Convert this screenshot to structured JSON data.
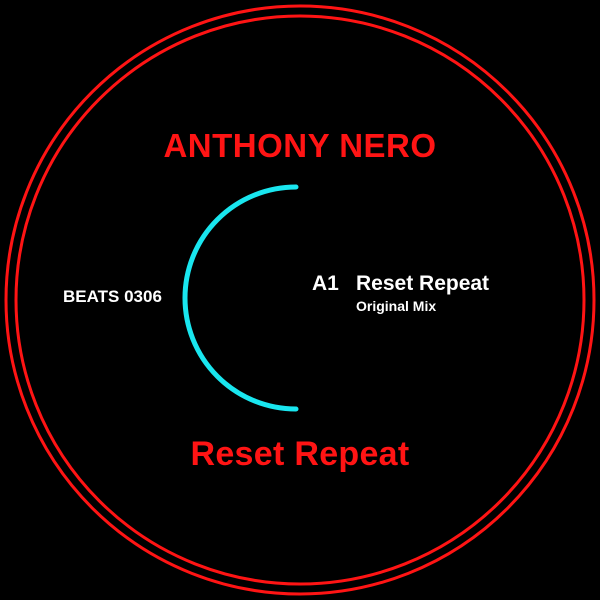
{
  "label": {
    "artist": "ANTHONY NERO",
    "catalog_number": "BEATS 0306",
    "side": "A1",
    "track_title": "Reset Repeat",
    "version": "Original Mix",
    "release_title": "Reset Repeat"
  },
  "colors": {
    "background": "#000000",
    "ring": "#ff1414",
    "arc": "#19e6ef",
    "text_primary": "#ff1414",
    "text_secondary": "#ffffff"
  },
  "icons": {
    "outer_ring": "double-circle-outline",
    "center_mark": "open-arc"
  }
}
